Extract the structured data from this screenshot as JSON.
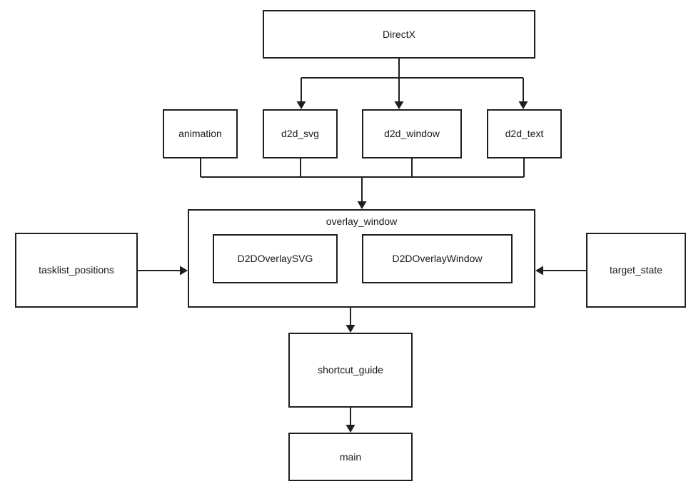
{
  "diagram": {
    "type": "dependency-flowchart",
    "background": "#ffffff",
    "line_color": "#1f1f1f",
    "text_color": "#1a1a1a",
    "nodes": {
      "directx": {
        "label": "DirectX"
      },
      "animation": {
        "label": "animation"
      },
      "d2d_svg": {
        "label": "d2d_svg"
      },
      "d2d_window": {
        "label": "d2d_window"
      },
      "d2d_text": {
        "label": "d2d_text"
      },
      "overlay_window": {
        "label": "overlay_window"
      },
      "d2d_overlay_svg": {
        "label": "D2DOverlaySVG"
      },
      "d2d_overlay_window": {
        "label": "D2DOverlayWindow"
      },
      "tasklist_positions": {
        "label": "tasklist_positions"
      },
      "target_state": {
        "label": "target_state"
      },
      "shortcut_guide": {
        "label": "shortcut_guide"
      },
      "main": {
        "label": "main"
      }
    },
    "edges": [
      {
        "from": "DirectX",
        "to": "d2d_svg"
      },
      {
        "from": "DirectX",
        "to": "d2d_window"
      },
      {
        "from": "DirectX",
        "to": "d2d_text"
      },
      {
        "from": "animation",
        "to": "overlay_window"
      },
      {
        "from": "d2d_svg",
        "to": "overlay_window"
      },
      {
        "from": "d2d_window",
        "to": "overlay_window"
      },
      {
        "from": "d2d_text",
        "to": "overlay_window"
      },
      {
        "from": "tasklist_positions",
        "to": "overlay_window"
      },
      {
        "from": "target_state",
        "to": "overlay_window"
      },
      {
        "from": "overlay_window",
        "to": "shortcut_guide"
      },
      {
        "from": "shortcut_guide",
        "to": "main"
      }
    ]
  }
}
